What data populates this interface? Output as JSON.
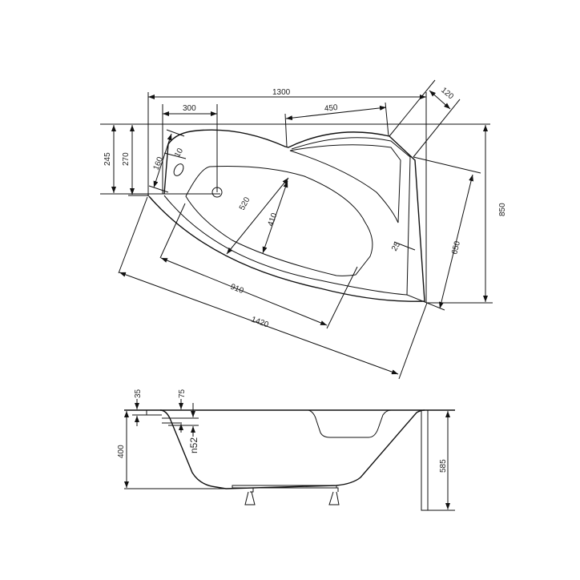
{
  "drawing": {
    "title": "Corner bathtub technical drawing",
    "top_view": {
      "dimensions": {
        "overall_width": "1300",
        "drain_offset": "300",
        "backrest_width": "450",
        "corner_cut": "120",
        "height_245": "245",
        "height_270": "270",
        "rim_160": "160",
        "rim_10": "10",
        "inner_520": "520",
        "inner_410": "410",
        "inner_910": "910",
        "diagonal_1420": "1420",
        "side_650": "650",
        "overall_depth": "850",
        "rim_25": "25"
      }
    },
    "side_view": {
      "dimensions": {
        "rim_35": "35",
        "overflow_75": "75",
        "overflow_n52": "n52",
        "depth_400": "400",
        "total_height_585": "585"
      }
    }
  }
}
